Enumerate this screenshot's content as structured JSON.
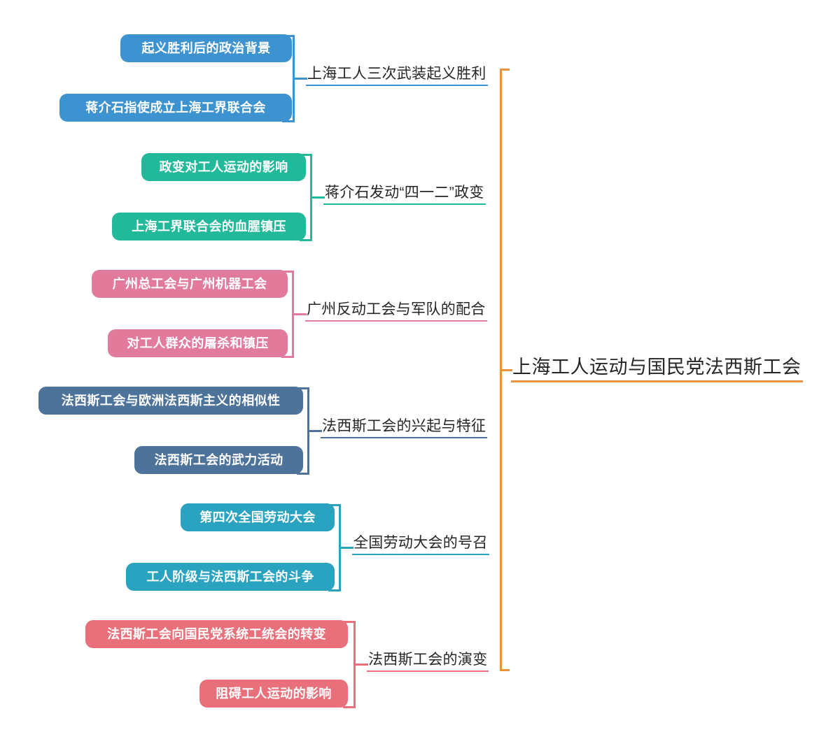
{
  "diagram": {
    "type": "mind-map",
    "root": {
      "label": "上海工人运动与国民党法西斯工会",
      "color": "#e8933f"
    },
    "branches": [
      {
        "label": "上海工人三次武装起义胜利",
        "color": "#3d92d0",
        "children": [
          {
            "label": "起义胜利后的政治背景"
          },
          {
            "label": "蒋介石指使成立上海工界联合会"
          }
        ]
      },
      {
        "label": "蒋介石发动“四一二”政变",
        "color": "#22b89a",
        "children": [
          {
            "label": "政变对工人运动的影响"
          },
          {
            "label": "上海工界联合会的血腥镇压"
          }
        ]
      },
      {
        "label": "广州反动工会与军队的配合",
        "color": "#e27a9c",
        "children": [
          {
            "label": "广州总工会与广州机器工会"
          },
          {
            "label": "对工人群众的屠杀和镇压"
          }
        ]
      },
      {
        "label": "法西斯工会的兴起与特征",
        "color": "#4d739b",
        "children": [
          {
            "label": "法西斯工会与欧洲法西斯主义的相似性"
          },
          {
            "label": "法西斯工会的武力活动"
          }
        ]
      },
      {
        "label": "全国劳动大会的号召",
        "color": "#29a3bf",
        "children": [
          {
            "label": "第四次全国劳动大会"
          },
          {
            "label": "工人阶级与法西斯工会的斗争"
          }
        ]
      },
      {
        "label": "法西斯工会的演变",
        "color": "#e8707a",
        "children": [
          {
            "label": "法西斯工会向国民党系统工统会的转变"
          },
          {
            "label": "阻碍工人运动的影响"
          }
        ]
      }
    ]
  }
}
